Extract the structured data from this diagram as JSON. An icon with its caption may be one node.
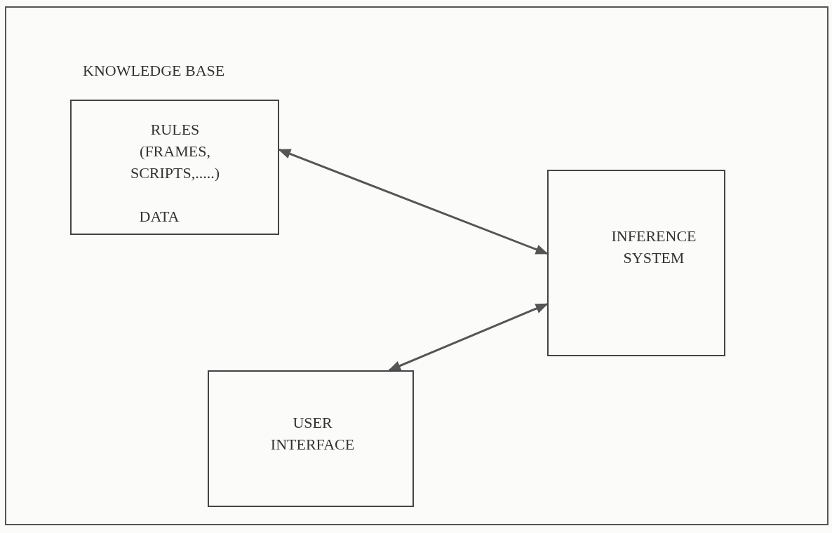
{
  "diagram": {
    "nodes": [
      {
        "text": [
          "KNOWLEDGE BASE",
          "RULES (FRAMES, SCRIPTS,.....)",
          "DATA"
        ]
      },
      {
        "text": [
          "INFERENCE SYSTEM"
        ]
      },
      {
        "text": [
          "USER INTERFACE"
        ]
      }
    ],
    "edges": [
      {
        "from": 0,
        "to": 1,
        "arrow": "both"
      },
      {
        "from": 2,
        "to": 1,
        "arrow": "both"
      }
    ]
  }
}
